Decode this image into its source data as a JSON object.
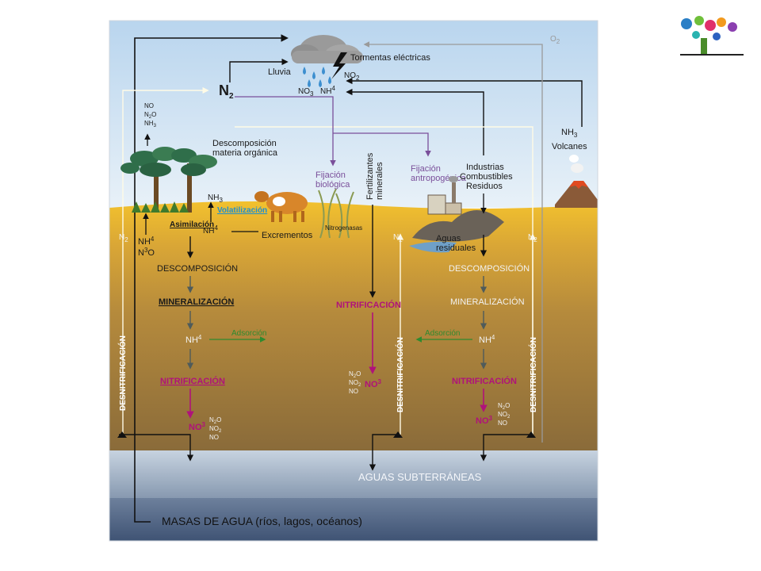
{
  "colors": {
    "sky_top": "#b9d5ee",
    "sky_bottom": "#e8f1f8",
    "topsoil": "#f2c12e",
    "deep_soil": "#8a6b3a",
    "groundwater": "#aebfd2",
    "water_body": "#3f5374",
    "black_arrow": "#111111",
    "white_arrow": "#fffbe6",
    "purple_arrow": "#7a4f9a",
    "magenta_arrow": "#b0127a",
    "green_arrow": "#2f8a2f",
    "grey_arrow": "#8a8a8a"
  },
  "icons": [
    "cloud-icon",
    "lightning-icon",
    "raindrop-icon",
    "tree-icon",
    "cow-icon",
    "factory-icon",
    "volcano-icon",
    "logo-icon"
  ],
  "labels": {
    "tormentas": "Tormentas eléctricas",
    "lluvia": "Lluvia",
    "no2_storm": "NO",
    "no2_storm_sub": "2",
    "no3_rain": "NO",
    "no3_rain_sub": "3",
    "nh4_rain": "NH",
    "nh4_rain_sub": "4",
    "n2": "N",
    "n2_sub": "2",
    "o2": "O",
    "o2_sub": "2",
    "gases_no": "NO",
    "gases_n2o": "N",
    "gases_n2o_sub": "2",
    "gases_n2o_tail": "O",
    "gases_nh3": "NH",
    "gases_nh3_sub": "3",
    "descomposicion_materia_1": "Descomposición",
    "descomposicion_materia_2": "materia orgánica",
    "fijacion_biologica_1": "Fijación",
    "fijacion_biologica_2": "biológica",
    "fertilizantes_1": "Fertilizantes",
    "fertilizantes_2": "minerales",
    "fijacion_antro_1": "Fijación",
    "fijacion_antro_2": "antropogénica",
    "industrias_1": "Industrias",
    "industrias_2": "Combustibles",
    "industrias_3": "Residuos",
    "nh3_volcano": "NH",
    "nh3_volcano_sub": "3",
    "volcanes": "Volcanes",
    "nh3_volat": "NH",
    "nh3_volat_sub": "3",
    "asimilacion": "Asimilación",
    "volatilizacion": "Volatilización",
    "nh4_soil": "NH",
    "nh4_soil_sub": "4",
    "excrementos": "Excrementos",
    "nitrogenasas": "Nitrogenasas",
    "aguas_residuales_1": "Aguas",
    "aguas_residuales_2": "residuales",
    "nh4_uptake": "NH",
    "nh4_uptake_sub": "4",
    "n2o_uptake": "N",
    "n2o_uptake_sub": "3",
    "n2o_uptake_tail": "O",
    "n2_left": "N",
    "n2_left_sub": "2",
    "n2_mid": "N",
    "n2_mid_sub": "2",
    "n2_right": "N",
    "n2_right_sub": "2",
    "desc_left": "DESCOMPOSICIÓN",
    "min_left": "MINERALIZACIÓN",
    "nh4_left": "NH",
    "nh4_left_sub": "4",
    "adsorcion_left": "Adsorción",
    "nitri_left": "NITRIFICACIÓN",
    "no3_left": "NO",
    "no3_left_sub": "3",
    "gas_left_1": "N",
    "gas_left_1_sub": "2",
    "gas_left_1_tail": "O",
    "gas_left_2": "NO",
    "gas_left_2_sub": "2",
    "gas_left_3": "NO",
    "nitri_mid": "NITRIFICACIÓN",
    "no3_mid": "NO",
    "no3_mid_sub": "3",
    "gas_mid_1": "N",
    "gas_mid_1_sub": "2",
    "gas_mid_1_tail": "O",
    "gas_mid_2": "NO",
    "gas_mid_2_sub": "2",
    "gas_mid_3": "NO",
    "desc_right": "DESCOMPOSICIÓN",
    "min_right": "MINERALIZACIÓN",
    "adsorcion_right": "Adsorción",
    "nh4_right": "NH",
    "nh4_right_sub": "4",
    "nitri_right": "NITRIFICACIÓN",
    "no3_right": "NO",
    "no3_right_sub": "3",
    "gas_right_1": "N",
    "gas_right_1_sub": "2",
    "gas_right_1_tail": "O",
    "gas_right_2": "NO",
    "gas_right_2_sub": "2",
    "gas_right_3": "NO",
    "desnitri_left": "DESNITRIFICACIÓN",
    "desnitri_mid": "DESNITRIFICACIÓN",
    "desnitri_right": "DESNITRIFICACIÓN",
    "aguas_subterraneas": "AGUAS SUBTERRÁNEAS",
    "masas_agua": "MASAS DE AGUA (ríos, lagos, océanos)"
  }
}
